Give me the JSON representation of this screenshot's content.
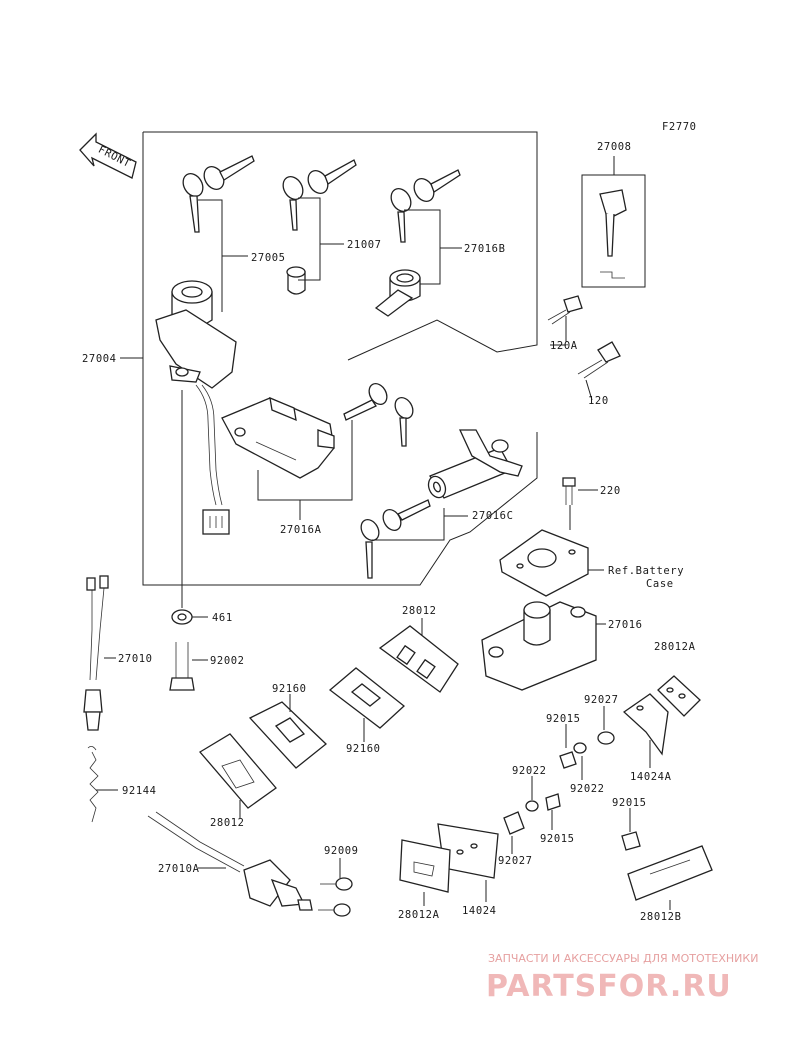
{
  "figure_code": "F2770",
  "front_label": "FRONT",
  "ref_note": [
    "Ref.Battery",
    "Case"
  ],
  "parts": {
    "p27004": "27004",
    "p27005": "27005",
    "p21007": "21007",
    "p27016B": "27016B",
    "p27008": "27008",
    "p120A": "120A",
    "p120": "120",
    "p220": "220",
    "p27016A": "27016A",
    "p27016C": "27016C",
    "p27016": "27016",
    "p461": "461",
    "p92002": "92002",
    "p27010": "27010",
    "p28012_top": "28012",
    "p92160_a": "92160",
    "p92160_b": "92160",
    "p28012A_top": "28012A",
    "p92027_a": "92027",
    "p92015_a": "92015",
    "p92022_a": "92022",
    "p92022_b": "92022",
    "p14024A": "14024A",
    "p92015_b": "92015",
    "p92015_c": "92015",
    "p92027_b": "92027",
    "p92144": "92144",
    "p28012_bottom": "28012",
    "p92009": "92009",
    "p27010A": "27010A",
    "p28012A_bottom": "28012A",
    "p14024": "14024",
    "p28012B": "28012B"
  },
  "watermark": {
    "subtitle": "ЗАПЧАСТИ И АКСЕССУАРЫ ДЛЯ МОТОТЕХНИКИ",
    "brand": "PARTSFOR.RU"
  }
}
